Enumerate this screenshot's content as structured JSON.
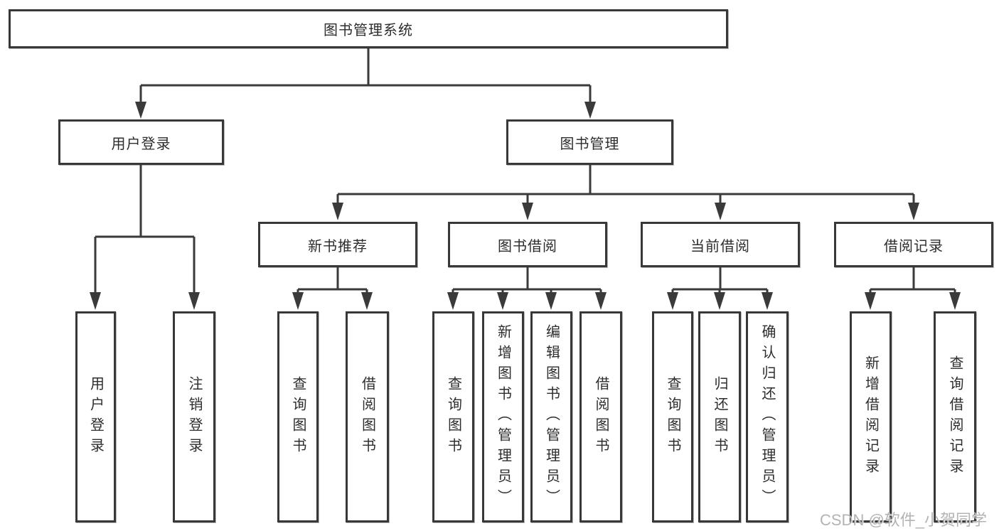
{
  "diagram": {
    "title_node": "图书管理系统",
    "nodes": {
      "root": {
        "label": "图书管理系统"
      },
      "user_login": {
        "label": "用户登录"
      },
      "book_mgmt": {
        "label": "图书管理"
      },
      "new_book": {
        "label": "新书推荐"
      },
      "book_borrow": {
        "label": "图书借阅"
      },
      "current_borrow": {
        "label": "当前借阅"
      },
      "borrow_record": {
        "label": "借阅记录"
      },
      "leaf_user_login": {
        "label": "用户登录"
      },
      "leaf_logout": {
        "label": "注销登录"
      },
      "leaf_query_book_1": {
        "label": "查询图书"
      },
      "leaf_borrow_book_1": {
        "label": "借阅图书"
      },
      "leaf_query_book_2": {
        "label": "查询图书"
      },
      "leaf_add_book": {
        "label": "新增图书（管理员）"
      },
      "leaf_edit_book": {
        "label": "编辑图书（管理员）"
      },
      "leaf_borrow_book_2": {
        "label": "借阅图书"
      },
      "leaf_query_book_3": {
        "label": "查询图书"
      },
      "leaf_return_book": {
        "label": "归还图书"
      },
      "leaf_confirm_return": {
        "label": "确认归还（管理员）"
      },
      "leaf_add_record": {
        "label": "新增借阅记录"
      },
      "leaf_query_record": {
        "label": "查询借阅记录"
      }
    },
    "colors": {
      "line": "#3a3a3a",
      "box_border": "#383838",
      "text": "#2d2d2d",
      "background": "#ffffff",
      "watermark": "#b3b3b3"
    }
  },
  "watermark": {
    "text": "CSDN @软件_小贺同学"
  }
}
